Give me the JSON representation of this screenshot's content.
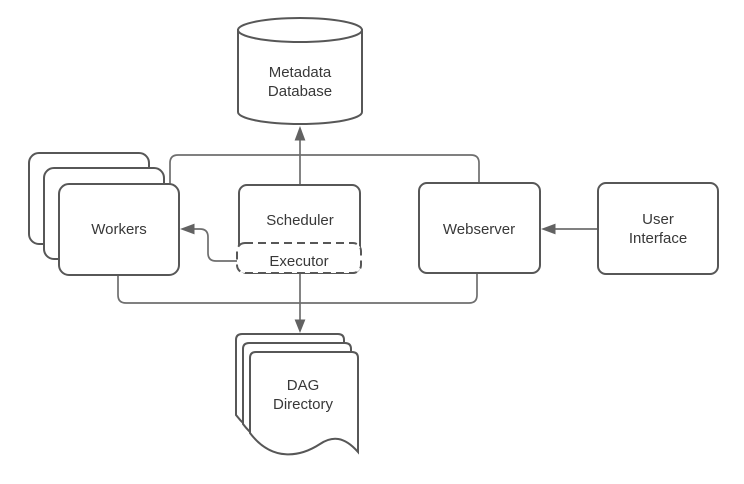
{
  "diagram": {
    "type": "architecture-flowchart",
    "colors": {
      "background": "#ffffff",
      "shape_stroke": "#575757",
      "shape_fill": "#ffffff",
      "connector": "#6e6e6e",
      "arrowhead": "#626262",
      "text": "#383838"
    },
    "nodes": {
      "metadata_database": {
        "shape": "cylinder",
        "label_line1": "Metadata",
        "label_line2": "Database"
      },
      "workers": {
        "shape": "stacked-rounded-rects",
        "stack_count": 3,
        "label": "Workers"
      },
      "scheduler": {
        "shape": "rounded-rect",
        "label": "Scheduler"
      },
      "executor": {
        "shape": "dashed-rounded-rect",
        "label": "Executor",
        "nested_in": "scheduler"
      },
      "webserver": {
        "shape": "rounded-rect",
        "label": "Webserver"
      },
      "user_interface": {
        "shape": "rounded-rect",
        "label_line1": "User",
        "label_line2": "Interface"
      },
      "dag_directory": {
        "shape": "stacked-documents",
        "stack_count": 3,
        "label_line1": "DAG",
        "label_line2": "Directory"
      }
    },
    "edges": [
      {
        "id": "scheduler-to-metadata-database",
        "from": "scheduler",
        "to": "metadata_database",
        "arrowhead": true
      },
      {
        "id": "workers-webserver-top-link",
        "from": "workers",
        "to": "webserver",
        "arrowhead": false
      },
      {
        "id": "executor-to-workers",
        "from": "executor",
        "to": "workers",
        "arrowhead": true
      },
      {
        "id": "user-interface-to-webserver",
        "from": "user_interface",
        "to": "webserver",
        "arrowhead": true
      },
      {
        "id": "workers-webserver-bottom-link",
        "from": "workers",
        "to": "webserver",
        "arrowhead": false
      },
      {
        "id": "executor-to-dag-directory",
        "from": "executor",
        "to": "dag_directory",
        "arrowhead": true
      }
    ]
  }
}
